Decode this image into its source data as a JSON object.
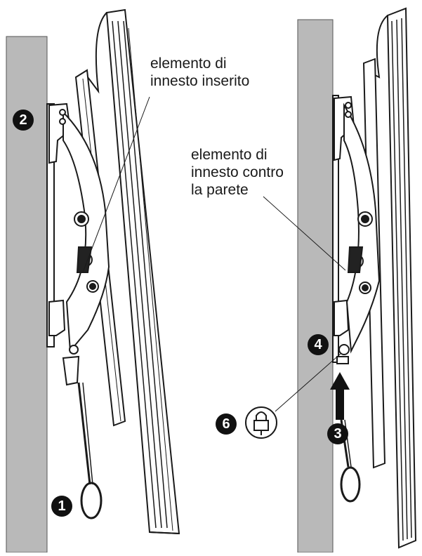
{
  "labels": {
    "left_callout": [
      "elemento di",
      "innesto inserito"
    ],
    "right_callout": [
      "elemento di",
      "innesto contro",
      "la parete"
    ]
  },
  "steps": {
    "s1": "1",
    "s2": "2",
    "s3": "3",
    "s4": "4",
    "s6": "6"
  },
  "icons": {
    "lock": "padlock-icon",
    "arrow": "up-arrow-icon"
  },
  "colors": {
    "wall": "#b9b9b9",
    "line": "#1a1a1a",
    "badge": "#111111"
  }
}
